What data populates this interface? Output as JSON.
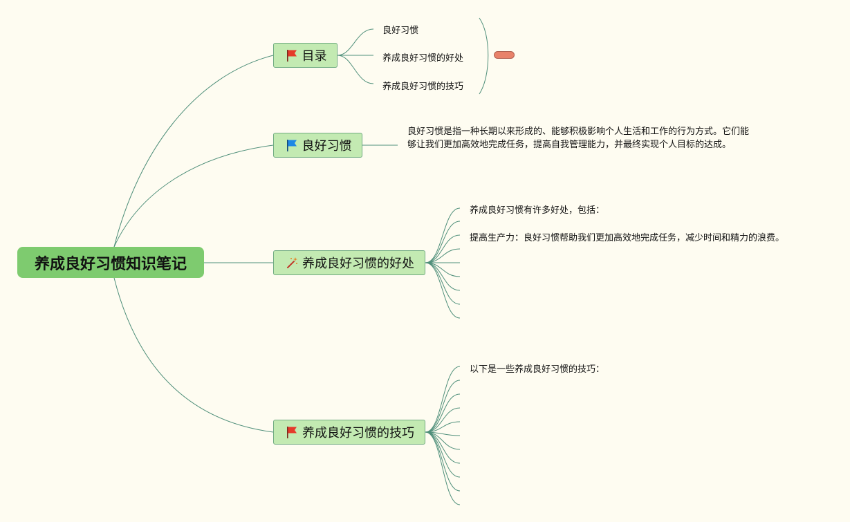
{
  "root": {
    "label": "养成良好习惯知识笔记"
  },
  "topics": {
    "toc": {
      "label": "目录",
      "icon": "red-flag-icon"
    },
    "habits": {
      "label": "良好习惯",
      "icon": "blue-flag-icon"
    },
    "benefits": {
      "label": "养成良好习惯的好处",
      "icon": "magic-wand-icon"
    },
    "tips": {
      "label": "养成良好习惯的技巧",
      "icon": "red-flag-icon"
    }
  },
  "toc_items": [
    "良好习惯",
    "养成良好习惯的好处",
    "养成良好习惯的技巧"
  ],
  "habits_text": "良好习惯是指一种长期以来形成的、能够积极影响个人生活和工作的行为方式。它们能够让我们更加高效地完成任务，提高自我管理能力，并最终实现个人目标的达成。",
  "benefits_items": [
    "养成良好习惯有许多好处，包括：",
    "提高生产力：良好习惯帮助我们更加高效地完成任务，减少时间和精力的浪费。"
  ],
  "tips_items": [
    "以下是一些养成良好习惯的技巧："
  ],
  "colors": {
    "background": "#fefcf1",
    "root_fill": "#7ecb6f",
    "topic_fill": "#c3eab2",
    "topic_border": "#6faa80",
    "link": "#4f8f7a",
    "red_flag": "#e53a2a",
    "blue_flag": "#1e88e5",
    "pill": "#e8826a"
  }
}
